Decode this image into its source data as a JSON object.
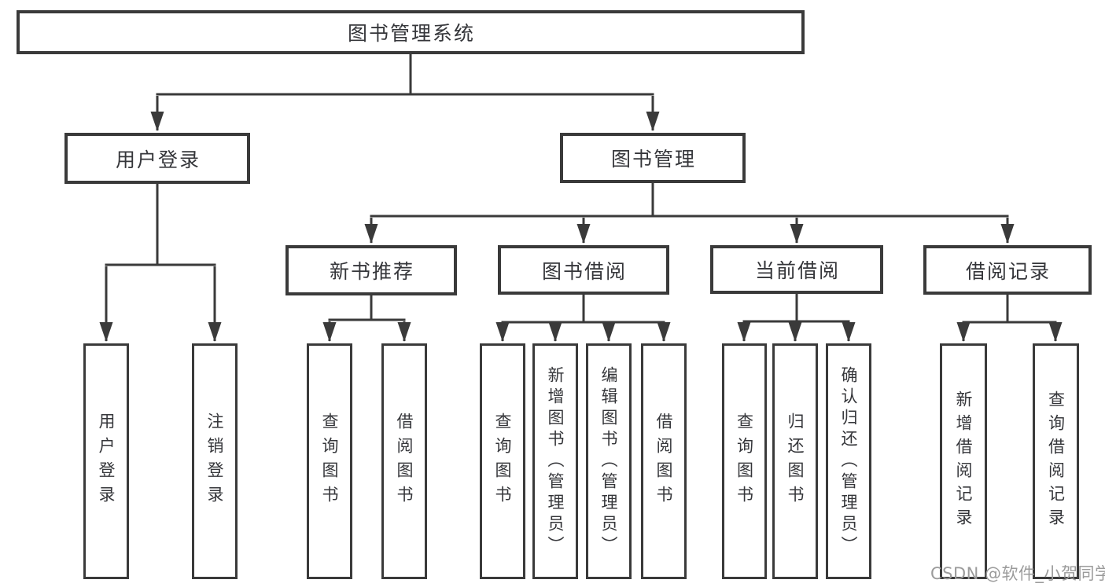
{
  "diagram": {
    "type": "tree",
    "nodes": {
      "root": "图书管理系统",
      "user_login": "用户登录",
      "book_management": "图书管理",
      "new_book_recommend": "新书推荐",
      "book_borrowing": "图书借阅",
      "current_borrowing": "当前借阅",
      "borrowing_records": "借阅记录"
    },
    "leaves": {
      "user_login": "用户登录",
      "logout": "注销登录",
      "recommend_query_books": "查询图书",
      "recommend_borrow_books": "借阅图书",
      "borrowing_query_books": "查询图书",
      "borrowing_add_books_admin": "新增图书（管理员）",
      "borrowing_edit_books_admin": "编辑图书（管理员）",
      "borrowing_borrow_books": "借阅图书",
      "current_query_books": "查询图书",
      "current_return_books": "归还图书",
      "current_confirm_return_admin": "确认归还（管理员）",
      "records_add_record": "新增借阅记录",
      "records_query_record": "查询借阅记录"
    },
    "hierarchy": {
      "图书管理系统": {
        "用户登录": [
          "用户登录",
          "注销登录"
        ],
        "图书管理": {
          "新书推荐": [
            "查询图书",
            "借阅图书"
          ],
          "图书借阅": [
            "查询图书",
            "新增图书（管理员）",
            "编辑图书（管理员）",
            "借阅图书"
          ],
          "当前借阅": [
            "查询图书",
            "归还图书",
            "确认归还（管理员）"
          ],
          "借阅记录": [
            "新增借阅记录",
            "查询借阅记录"
          ]
        }
      }
    },
    "watermark": "CSDN @软件_小贺同学",
    "colors": {
      "line": "#3a3a3a",
      "text": "#35363a",
      "background": "#ffffff",
      "watermark": "#9b9b9b"
    }
  }
}
